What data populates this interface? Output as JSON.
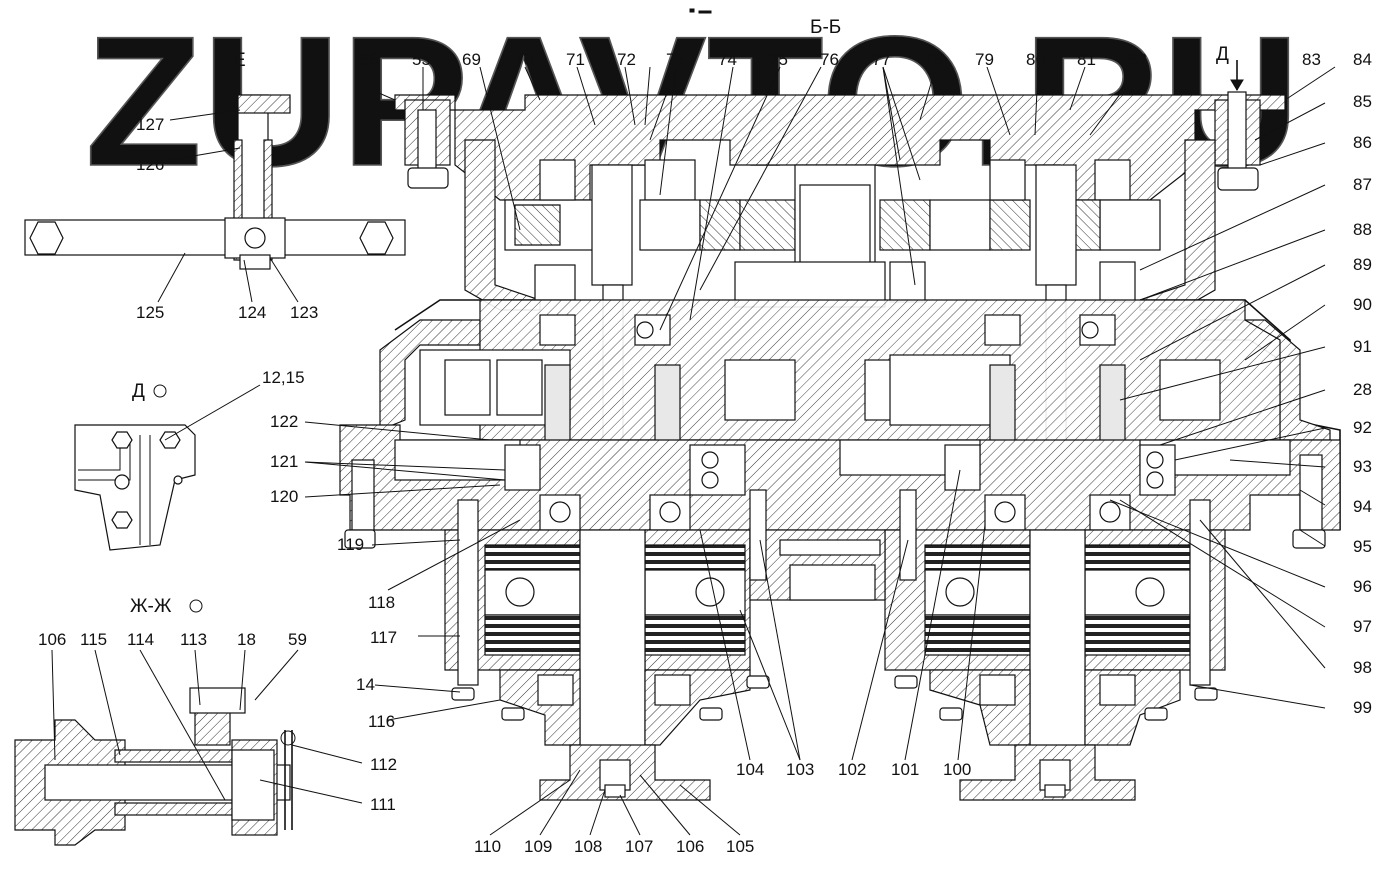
{
  "section_title": "Б-Б",
  "watermark": "ZUPAVTO.RU",
  "views": {
    "e": "Е",
    "d": "Д",
    "d_arrow": "Д",
    "zh": "Ж-Ж"
  },
  "callouts": {
    "top": [
      "68",
      "55",
      "69",
      "70",
      "71",
      "72",
      "73",
      "74",
      "75",
      "76",
      "77",
      "78",
      "79",
      "80",
      "81",
      "82",
      "83",
      "84"
    ],
    "right": [
      "85",
      "86",
      "87",
      "88",
      "89",
      "90",
      "91",
      "28",
      "92",
      "93",
      "94",
      "95",
      "96",
      "97",
      "98",
      "99"
    ],
    "bottom": [
      "104",
      "103",
      "102",
      "101",
      "100",
      "110",
      "109",
      "108",
      "107",
      "106",
      "105"
    ],
    "left_main": [
      "122",
      "121",
      "120",
      "119",
      "118",
      "117",
      "14",
      "116"
    ],
    "view_e": [
      "127",
      "126",
      "125",
      "124",
      "123"
    ],
    "view_d": [
      "12,15"
    ],
    "view_zh": [
      "106",
      "115",
      "114",
      "113",
      "18",
      "59",
      "112",
      "111"
    ]
  }
}
